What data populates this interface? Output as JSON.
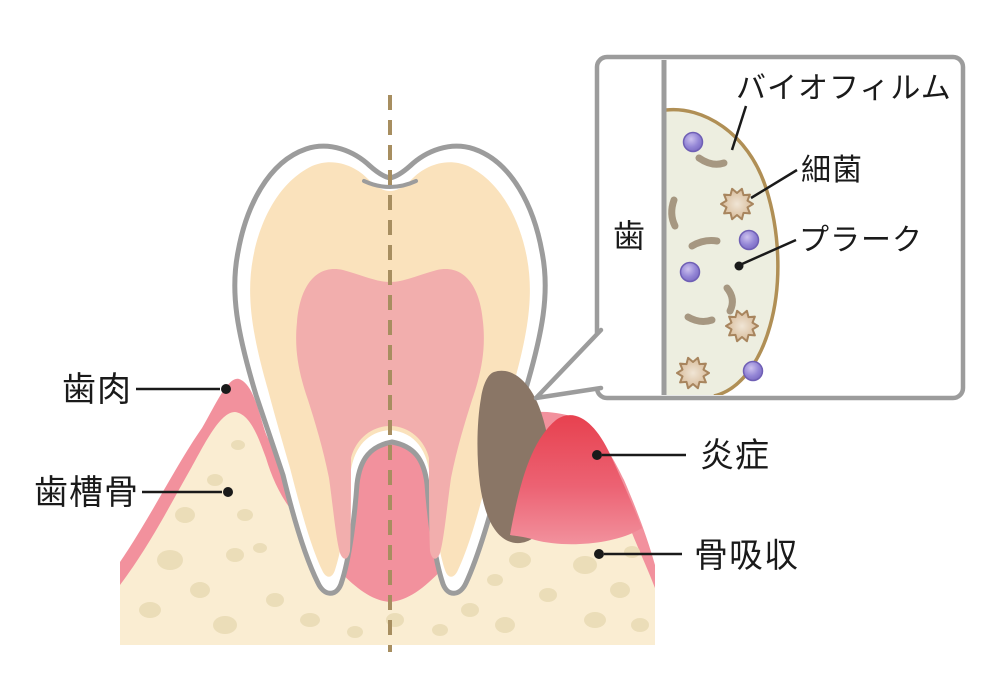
{
  "labels": {
    "gums": "歯肉",
    "alveolar_bone": "歯槽骨",
    "inflammation": "炎症",
    "bone_resorption": "骨吸収"
  },
  "inset": {
    "tooth": "歯",
    "biofilm": "バイオフィルム",
    "bacteria": "細菌",
    "plaque": "プラーク"
  },
  "colors": {
    "gum_pink": "#F2919D",
    "inflamed_red": "#E7414F",
    "bone_cream": "#FAEDD2",
    "bone_spot": "#EBDDB8",
    "enamel_white": "#FFFFFF",
    "dentin_peach": "#FAE2BC",
    "pulp_pink": "#F2AEAD",
    "plaque_dark": "#8A7666",
    "outline_gray": "#9C9C9C",
    "dashed_axis": "#A78E60",
    "biofilm_fill": "#EDEEE0",
    "biofilm_outline": "#B08F55",
    "bacteria_purple": "#8A79CB"
  }
}
